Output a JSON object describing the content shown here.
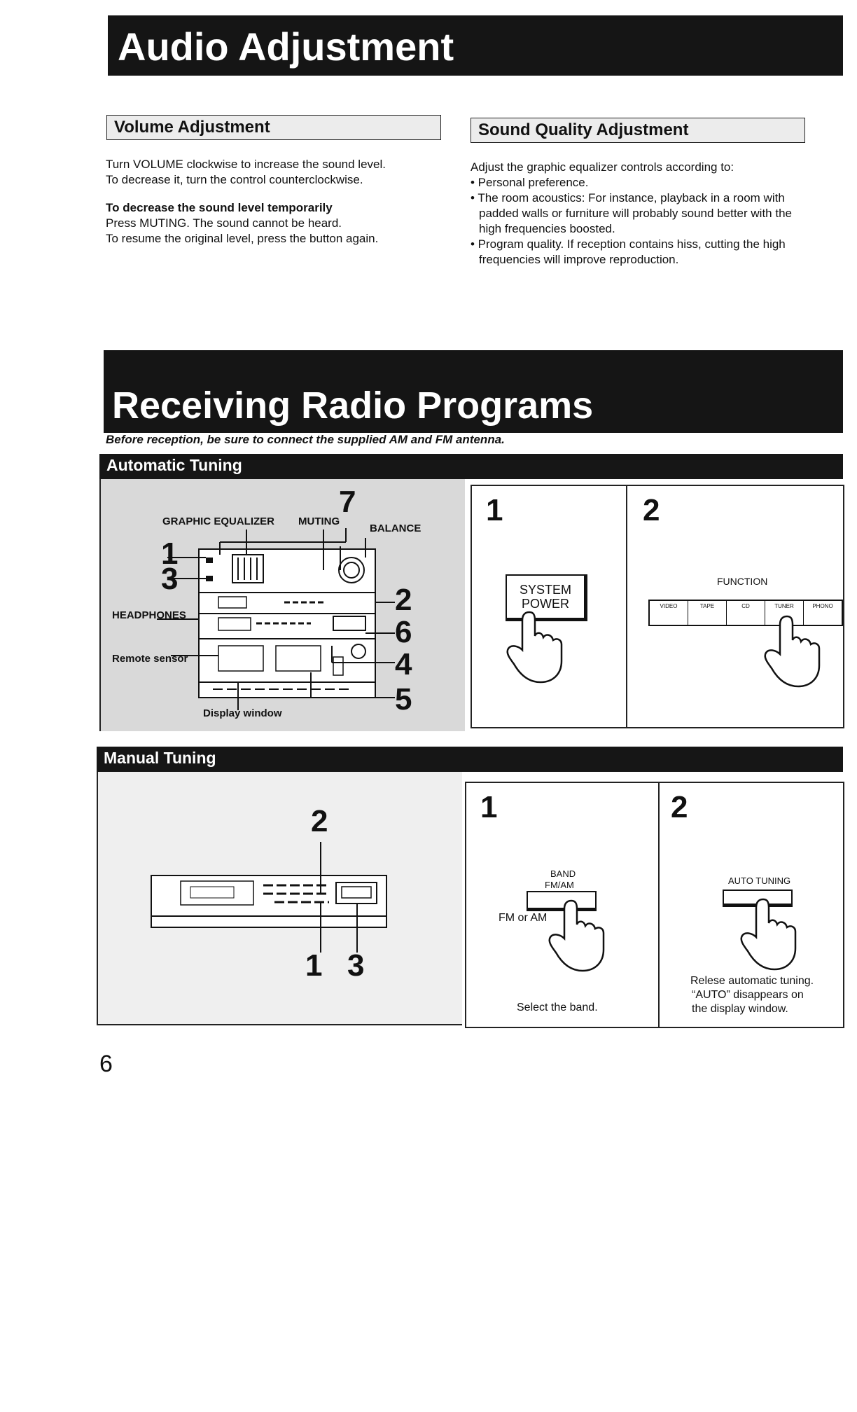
{
  "audio": {
    "title": "Audio Adjustment",
    "volume": {
      "heading": "Volume Adjustment",
      "line1": "Turn VOLUME clockwise to increase the sound level.",
      "line2": "To decrease it, turn the control counterclockwise.",
      "sub_heading": "To decrease the sound level temporarily",
      "line3": "Press MUTING. The sound cannot be heard.",
      "line4": "To resume the original level, press the button again."
    },
    "sound_quality": {
      "heading": "Sound Quality Adjustment",
      "intro": "Adjust the graphic equalizer controls according to:",
      "b1": "• Personal preference.",
      "b2": "• The room acoustics: For instance, playback in a room with padded walls or furniture will probably sound better with the high frequencies boosted.",
      "b3": "• Program quality. If reception contains hiss, cutting the high frequencies will improve reproduction."
    }
  },
  "radio": {
    "title": "Receiving Radio Programs",
    "note": "Before reception, be sure to connect the supplied AM and FM antenna.",
    "auto": {
      "heading": "Automatic Tuning",
      "labels": {
        "graphic_eq": "GRAPHIC EQUALIZER",
        "muting": "MUTING",
        "balance": "BALANCE",
        "headphones": "HEADPHONES",
        "remote": "Remote sensor",
        "display": "Display window"
      },
      "callouts": [
        "7",
        "1",
        "3",
        "2",
        "6",
        "4",
        "5"
      ],
      "step1": {
        "num": "1",
        "button": "SYSTEM\nPOWER"
      },
      "step2": {
        "num": "2",
        "group": "FUNCTION",
        "buttons": [
          "VIDEO",
          "TAPE",
          "CD",
          "TUNER",
          "PHONO"
        ]
      }
    },
    "manual": {
      "heading": "Manual Tuning",
      "callouts": [
        "2",
        "1",
        "3"
      ],
      "step1": {
        "num": "1",
        "label_band": "BAND",
        "label_fmam": "FM/AM",
        "side": "FM or AM",
        "caption": "Select the band."
      },
      "step2": {
        "num": "2",
        "label": "AUTO TUNING",
        "caption1": "Relese automatic tuning.",
        "caption2": "“AUTO” disappears on",
        "caption3": "the display window."
      }
    }
  },
  "page_number": "6"
}
